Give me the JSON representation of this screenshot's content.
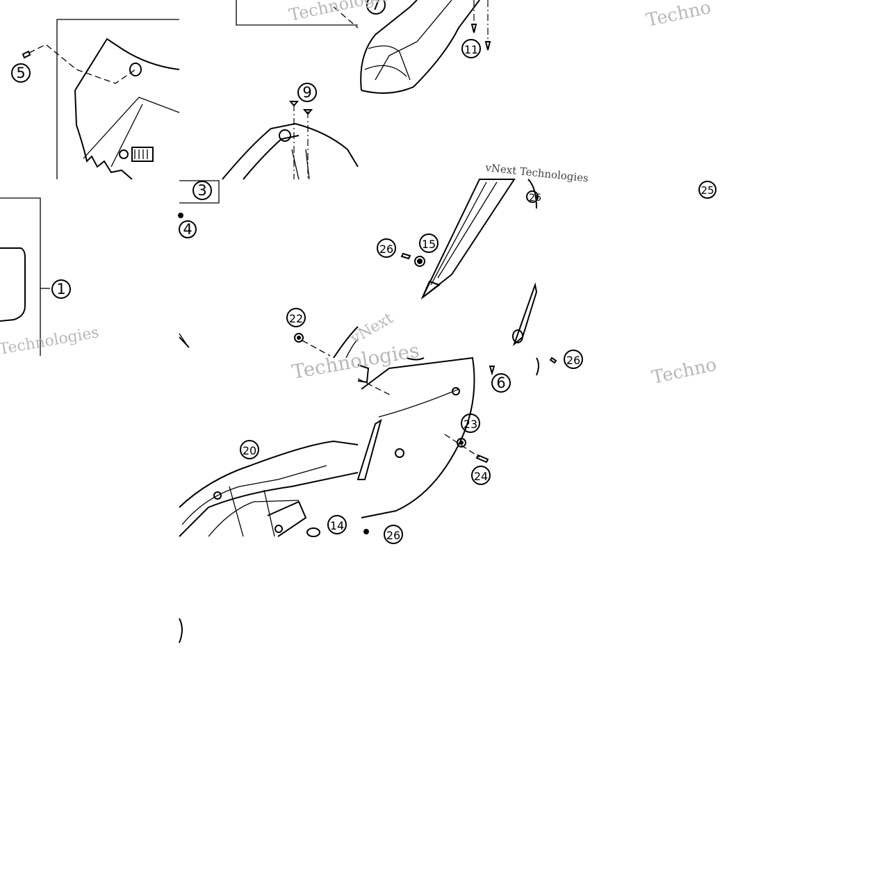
{
  "diagram": {
    "callouts": [
      "1",
      "3",
      "4",
      "5",
      "6",
      "7",
      "9",
      "11",
      "14",
      "15",
      "20",
      "22",
      "23",
      "24",
      "25",
      "26",
      "26",
      "26",
      "26"
    ],
    "watermarks": [
      "vNext Technologies",
      "Technologies",
      "Technologies",
      "vNext",
      "Techno",
      "Techno",
      "Technologies"
    ]
  }
}
